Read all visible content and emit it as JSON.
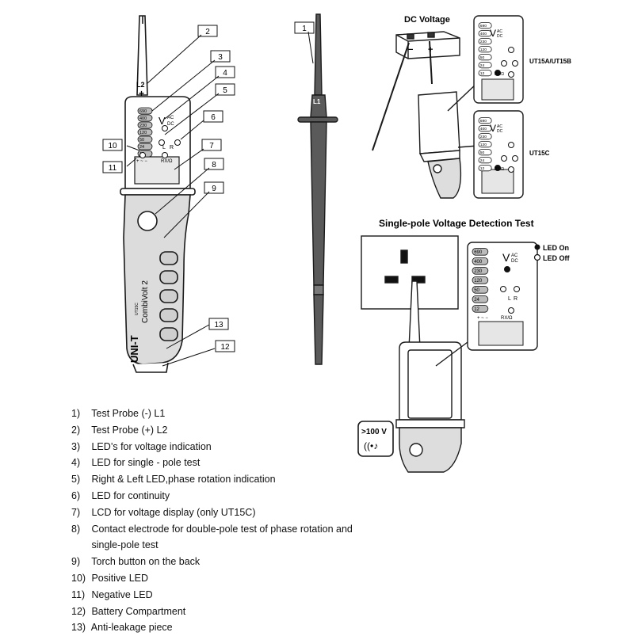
{
  "callouts": [
    "1",
    "2",
    "3",
    "4",
    "5",
    "6",
    "7",
    "8",
    "9",
    "10",
    "11",
    "12",
    "13"
  ],
  "tester": {
    "probe_label": "L2",
    "probe_sign": "+",
    "probe1_label": "L1",
    "brand": "UNI-T",
    "model": "CombiVolt 2",
    "model_small": "UT15C",
    "voltage_steps": [
      "690",
      "400",
      "230",
      "120",
      "50",
      "24",
      "12"
    ],
    "v_symbol": "V",
    "ac": "AC",
    "dc": "DC",
    "l_label": "L",
    "r_label": "R",
    "rx_label": "RX/Ω",
    "polarity": "+ ~ −"
  },
  "dc_voltage": {
    "title": "DC Voltage",
    "minus": "−",
    "plus": "+",
    "model_a": "UT15A/UT15B",
    "model_c": "UT15C"
  },
  "single_pole": {
    "title": "Single-pole Voltage Detection Test",
    "led_on": "LED On",
    "led_off": "LED Off",
    "over_voltage": ">100 V"
  },
  "legend": [
    {
      "num": "1)",
      "text": "Test Probe (-) L1"
    },
    {
      "num": "2)",
      "text": "Test Probe (+) L2"
    },
    {
      "num": "3)",
      "text": "LED’s for voltage indication"
    },
    {
      "num": "4)",
      "text": "LED for single - pole test"
    },
    {
      "num": "5)",
      "text": "Right & Left LED,phase rotation indication"
    },
    {
      "num": "6)",
      "text": "LED for continuity"
    },
    {
      "num": "7)",
      "text": "LCD for voltage display (only UT15C)"
    },
    {
      "num": "8)",
      "text": "Contact electrode for double-pole test  of phase rotation and"
    },
    {
      "num": "",
      "text": "single-pole test"
    },
    {
      "num": "9)",
      "text": "Torch button on the back"
    },
    {
      "num": "10)",
      "text": "Positive LED"
    },
    {
      "num": "11)",
      "text": " Negative LED"
    },
    {
      "num": "12)",
      "text": " Battery Compartment"
    },
    {
      "num": "13)",
      "text": "Anti-leakage piece"
    }
  ],
  "colors": {
    "line": "#1a1a1a",
    "probe_dark": "#5a5a5a",
    "body_gray": "#d8d8d8",
    "display_gray": "#e4e4e4"
  }
}
